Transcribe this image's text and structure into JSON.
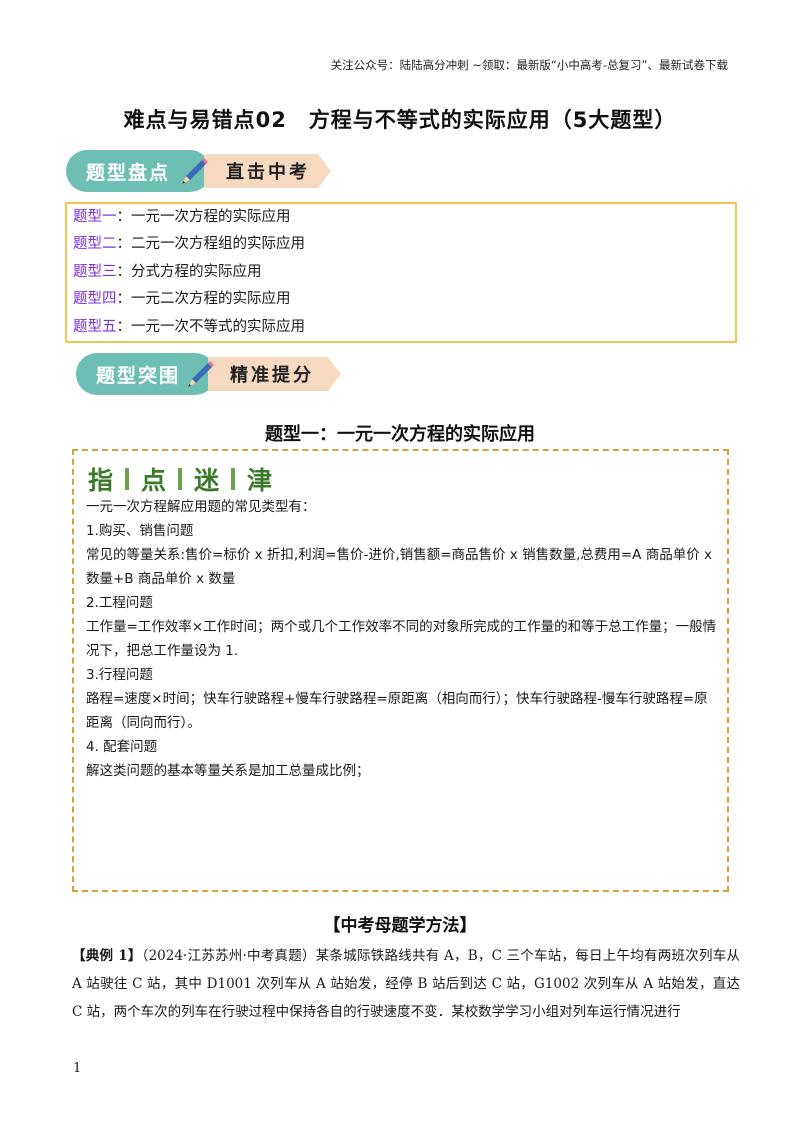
{
  "header": {
    "note": "关注公众号：陆陆高分冲刺 ~领取：最新版“小中高考-总复习”、最新试卷下载"
  },
  "title": "难点与易错点02　方程与不等式的实际应用（5大题型）",
  "banner1": {
    "left": "题型盘点",
    "right": "直击中考"
  },
  "toc": [
    {
      "tag": "题型一",
      "text": "一元一次方程的实际应用"
    },
    {
      "tag": "题型二",
      "text": "二元一次方程组的实际应用"
    },
    {
      "tag": "题型三",
      "text": "分式方程的实际应用"
    },
    {
      "tag": "题型四",
      "text": "一元二次方程的实际应用"
    },
    {
      "tag": "题型五",
      "text": "一元一次不等式的实际应用"
    }
  ],
  "toc_colon": "：",
  "banner2": {
    "left": "题型突围",
    "right": "精准提分"
  },
  "section": {
    "title": "题型一：一元一次方程的实际应用"
  },
  "tips": {
    "heading": [
      "指",
      "点",
      "迷",
      "津"
    ],
    "lines": [
      "一元一次方程解应用题的常见类型有：",
      "1.购买、销售问题",
      "常见的等量关系:售价=标价 x 折扣,利润=售价-进价,销售额=商品售价 x 销售数量,总费用=A  商品单价 x 数量+B  商品单价 x 数量",
      "2.工程问题",
      "工作量=工作效率×工作时间；两个或几个工作效率不同的对象所完成的工作量的和等于总工作量；一般情况下，把总工作量设为 1.",
      "3.行程问题",
      "路程=速度×时间；快车行驶路程+慢车行驶路程=原距离（相向而行）；快车行驶路程-慢车行驶路程=原距离（同向而行）。",
      "4.  配套问题",
      "解这类问题的基本等量关系是加工总量成比例；"
    ]
  },
  "method": {
    "title": "【中考母题学方法】"
  },
  "example": {
    "label": "【典例 1】",
    "text": "（2024·江苏苏州·中考真题）某条城际铁路线共有 A，B，C 三个车站，每日上午均有两班次列车从 A 站驶往 C 站，其中 D1001 次列车从 A 站始发，经停 B 站后到达 C 站，G1002 次列车从 A 站始发，直达 C 站，两个车次的列车在行驶过程中保持各自的行驶速度不变．某校数学学习小组对列车运行情况进行"
  },
  "page_number": "1",
  "colors": {
    "toc_border": "#f3c654",
    "toc_tag": "#7b2ee0",
    "banner_teal": "#6cbfb2",
    "banner_peach": "#f6d9c1",
    "tip_border": "#d4a23c",
    "tip_heading": "#3b7a2a"
  }
}
